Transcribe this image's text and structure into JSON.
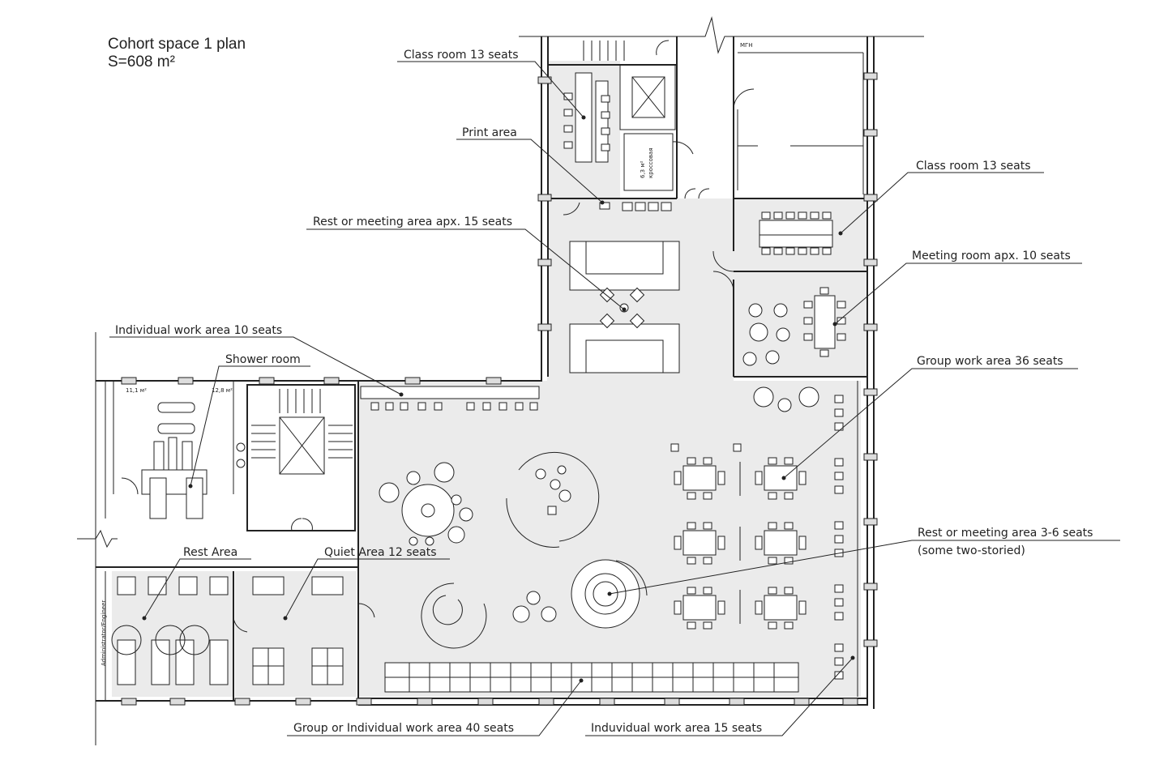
{
  "title": {
    "line1": "Cohort space 1 plan",
    "line2": "S=608 m²"
  },
  "labels": {
    "class_room_top": "Class room  13 seats",
    "print_area": "Print area",
    "rest_meeting_15": "Rest or meeting area apx. 15 seats",
    "class_room_right": "Class room  13 seats",
    "meeting_room": "Meeting room apx. 10 seats",
    "individual_work_10": "Individual work area 10 seats",
    "shower_room": "Shower room",
    "group_work_36": "Group work area 36 seats",
    "rest_meeting_36_line1": "Rest or meeting area 3-6 seats",
    "rest_meeting_36_line2": "(some two-storied)",
    "rest_area": "Rest Area",
    "quiet_area": "Quiet Area 12 seats",
    "group_individual_40": "Group or Individual work area 40 seats",
    "individual_work_15": "Induvidual work area 15 seats"
  },
  "room_marks": {
    "mgn": "МГН",
    "area_111": "11,1 м²",
    "area_128": "12,8 м²",
    "crossover_area": "6,3 м²",
    "crossover_name": "кроссовая",
    "admin": "Administrator/Engineer"
  }
}
